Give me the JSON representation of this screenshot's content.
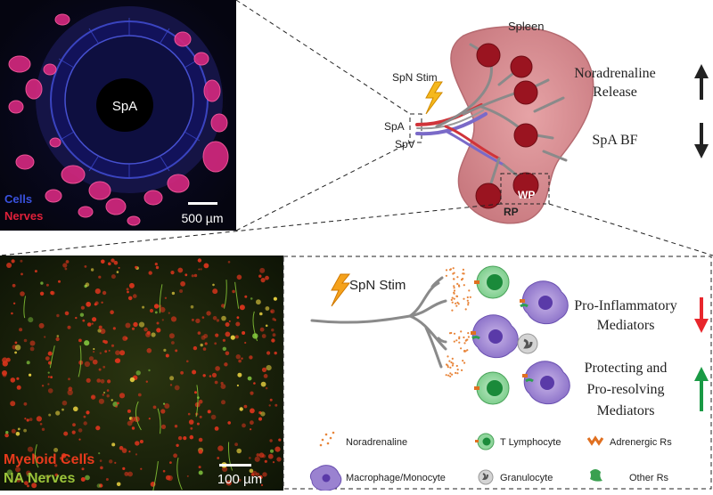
{
  "panel_top_left": {
    "center_label": "SpA",
    "legend_cells": "Cells",
    "legend_nerves": "Nerves",
    "scale_bar": "500 µm",
    "colors": {
      "cells": "#3a52e0",
      "nerves": "#e0203a"
    }
  },
  "spleen_diagram": {
    "spleen_label": "Spleen",
    "stim_label": "SpN Stim",
    "spa_label": "SpA",
    "spv_label": "SpV",
    "wp_label": "WP",
    "rp_label": "RP",
    "effect_1_line1": "Noradrenaline",
    "effect_1_line2": "Release",
    "effect_2": "SpA BF"
  },
  "panel_bottom_left": {
    "legend_myeloid": "Myeloid Cells",
    "legend_na": "NA Nerves",
    "scale_bar": "100 µm",
    "colors": {
      "myeloid": "#e83a1c",
      "na": "#9bc43a"
    }
  },
  "mechanism": {
    "stim_label": "SpN Stim",
    "pro_inflammatory_line1": "Pro-Inflammatory",
    "pro_inflammatory_line2": "Mediators",
    "protecting_line1": "Protecting and",
    "protecting_line2": "Pro-resolving",
    "protecting_line3": "Mediators",
    "colors": {
      "down_arrow": "#e8262c",
      "up_arrow": "#1a9a45"
    }
  },
  "legend": {
    "noradrenaline": "Noradrenaline",
    "t_lymphocyte": "T Lymphocyte",
    "adrenergic_rs": "Adrenergic Rs",
    "macrophage": "Macrophage/Monocyte",
    "granulocyte": "Granulocyte",
    "other_rs": "Other Rs"
  }
}
